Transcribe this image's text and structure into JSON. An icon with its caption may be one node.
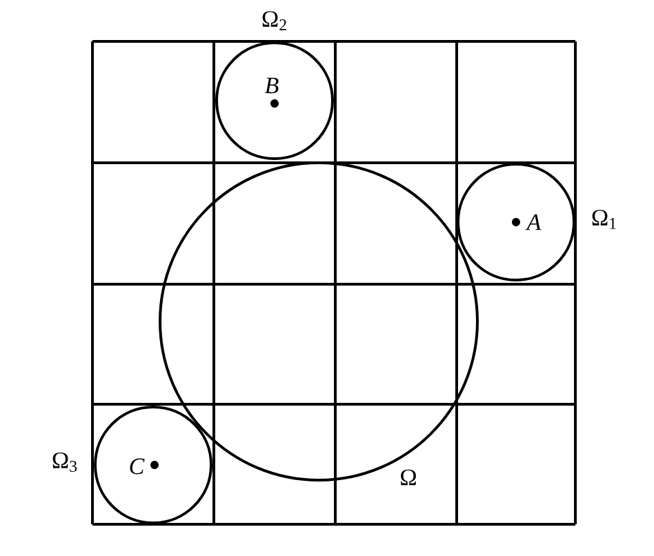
{
  "diagram": {
    "nodes": [
      {
        "text": [
          "B"
        ],
        "beside": [
          "Ω$_{2}$"
        ]
      },
      {
        "text": [
          "A"
        ],
        "beside": [
          "Ω$_{1}$"
        ]
      },
      {
        "text": [],
        "shape": "circle",
        "beside": [
          "Ω"
        ]
      },
      {
        "text": [
          "C"
        ],
        "beside": [
          "Ω$_{3}$"
        ]
      }
    ],
    "edges": []
  }
}
